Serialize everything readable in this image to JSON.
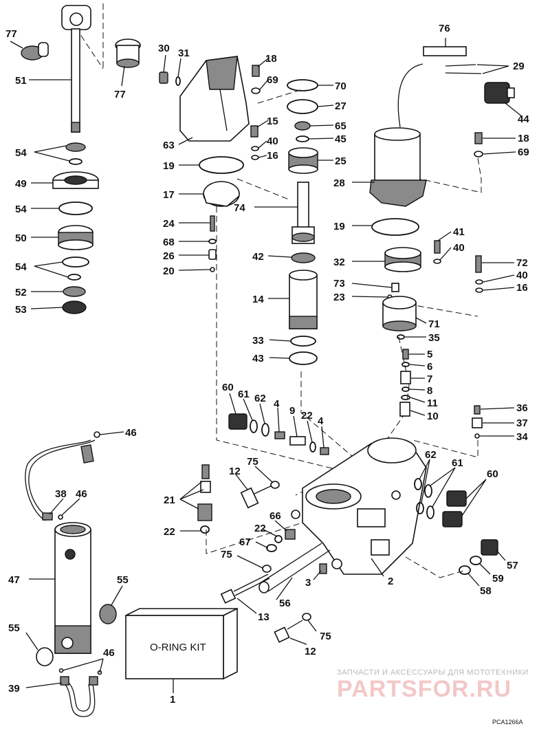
{
  "diagram": {
    "drawing_code": "PCA1266A",
    "kit_label": "O-RING KIT",
    "watermark": {
      "line1": "ЗАПЧАСТИ И АКСЕССУАРЫ ДЛЯ МОТОТЕХНИКИ",
      "logo": "PARTSFOR.RU"
    },
    "callouts": [
      {
        "id": "c76",
        "text": "76"
      },
      {
        "id": "c29",
        "text": "29"
      },
      {
        "id": "c44",
        "text": "44"
      },
      {
        "id": "c18b",
        "text": "18"
      },
      {
        "id": "c69b",
        "text": "69"
      },
      {
        "id": "c28",
        "text": "28"
      },
      {
        "id": "c41",
        "text": "41"
      },
      {
        "id": "c40b",
        "text": "40"
      },
      {
        "id": "c72",
        "text": "72"
      },
      {
        "id": "c40c",
        "text": "40"
      },
      {
        "id": "c16b",
        "text": "16"
      },
      {
        "id": "c71",
        "text": "71"
      },
      {
        "id": "c35",
        "text": "35"
      },
      {
        "id": "c5",
        "text": "5"
      },
      {
        "id": "c6",
        "text": "6"
      },
      {
        "id": "c7",
        "text": "7"
      },
      {
        "id": "c8",
        "text": "8"
      },
      {
        "id": "c11",
        "text": "11"
      },
      {
        "id": "c10",
        "text": "10"
      },
      {
        "id": "c36",
        "text": "36"
      },
      {
        "id": "c37",
        "text": "37"
      },
      {
        "id": "c34",
        "text": "34"
      },
      {
        "id": "c60b",
        "text": "60"
      },
      {
        "id": "c61b",
        "text": "61"
      },
      {
        "id": "c62b",
        "text": "62"
      },
      {
        "id": "c57",
        "text": "57"
      },
      {
        "id": "c59",
        "text": "59"
      },
      {
        "id": "c58",
        "text": "58"
      },
      {
        "id": "c2",
        "text": "2"
      },
      {
        "id": "c77a",
        "text": "77"
      },
      {
        "id": "c51",
        "text": "51"
      },
      {
        "id": "c77b",
        "text": "77"
      },
      {
        "id": "c54a",
        "text": "54"
      },
      {
        "id": "c49",
        "text": "49"
      },
      {
        "id": "c54b",
        "text": "54"
      },
      {
        "id": "c50",
        "text": "50"
      },
      {
        "id": "c54c",
        "text": "54"
      },
      {
        "id": "c52",
        "text": "52"
      },
      {
        "id": "c53",
        "text": "53"
      },
      {
        "id": "c30",
        "text": "30"
      },
      {
        "id": "c31",
        "text": "31"
      },
      {
        "id": "c18a",
        "text": "18"
      },
      {
        "id": "c69a",
        "text": "69"
      },
      {
        "id": "c63",
        "text": "63"
      },
      {
        "id": "c15",
        "text": "15"
      },
      {
        "id": "c40a",
        "text": "40"
      },
      {
        "id": "c16a",
        "text": "16"
      },
      {
        "id": "c19a",
        "text": "19"
      },
      {
        "id": "c17",
        "text": "17"
      },
      {
        "id": "c24",
        "text": "24"
      },
      {
        "id": "c68",
        "text": "68"
      },
      {
        "id": "c26",
        "text": "26"
      },
      {
        "id": "c20",
        "text": "20"
      },
      {
        "id": "c70",
        "text": "70"
      },
      {
        "id": "c27",
        "text": "27"
      },
      {
        "id": "c65",
        "text": "65"
      },
      {
        "id": "c45",
        "text": "45"
      },
      {
        "id": "c25",
        "text": "25"
      },
      {
        "id": "c74",
        "text": "74"
      },
      {
        "id": "c19b",
        "text": "19"
      },
      {
        "id": "c42",
        "text": "42"
      },
      {
        "id": "c32",
        "text": "32"
      },
      {
        "id": "c73",
        "text": "73"
      },
      {
        "id": "c23",
        "text": "23"
      },
      {
        "id": "c14",
        "text": "14"
      },
      {
        "id": "c33",
        "text": "33"
      },
      {
        "id": "c43",
        "text": "43"
      },
      {
        "id": "c60a",
        "text": "60"
      },
      {
        "id": "c61a",
        "text": "61"
      },
      {
        "id": "c62a",
        "text": "62"
      },
      {
        "id": "c4a",
        "text": "4"
      },
      {
        "id": "c9",
        "text": "9"
      },
      {
        "id": "c22a",
        "text": "22"
      },
      {
        "id": "c4b",
        "text": "4"
      },
      {
        "id": "c46a",
        "text": "46"
      },
      {
        "id": "c38",
        "text": "38"
      },
      {
        "id": "c46b",
        "text": "46"
      },
      {
        "id": "c12a",
        "text": "12"
      },
      {
        "id": "c75a",
        "text": "75"
      },
      {
        "id": "c21",
        "text": "21"
      },
      {
        "id": "c22b",
        "text": "22"
      },
      {
        "id": "c66",
        "text": "66"
      },
      {
        "id": "c22c",
        "text": "22"
      },
      {
        "id": "c67",
        "text": "67"
      },
      {
        "id": "c75b",
        "text": "75"
      },
      {
        "id": "c47",
        "text": "47"
      },
      {
        "id": "c55a",
        "text": "55"
      },
      {
        "id": "c3",
        "text": "3"
      },
      {
        "id": "c56",
        "text": "56"
      },
      {
        "id": "c13",
        "text": "13"
      },
      {
        "id": "c55b",
        "text": "55"
      },
      {
        "id": "c75c",
        "text": "75"
      },
      {
        "id": "c12b",
        "text": "12"
      },
      {
        "id": "c46c",
        "text": "46"
      },
      {
        "id": "c39",
        "text": "39"
      },
      {
        "id": "c1",
        "text": "1"
      }
    ]
  }
}
